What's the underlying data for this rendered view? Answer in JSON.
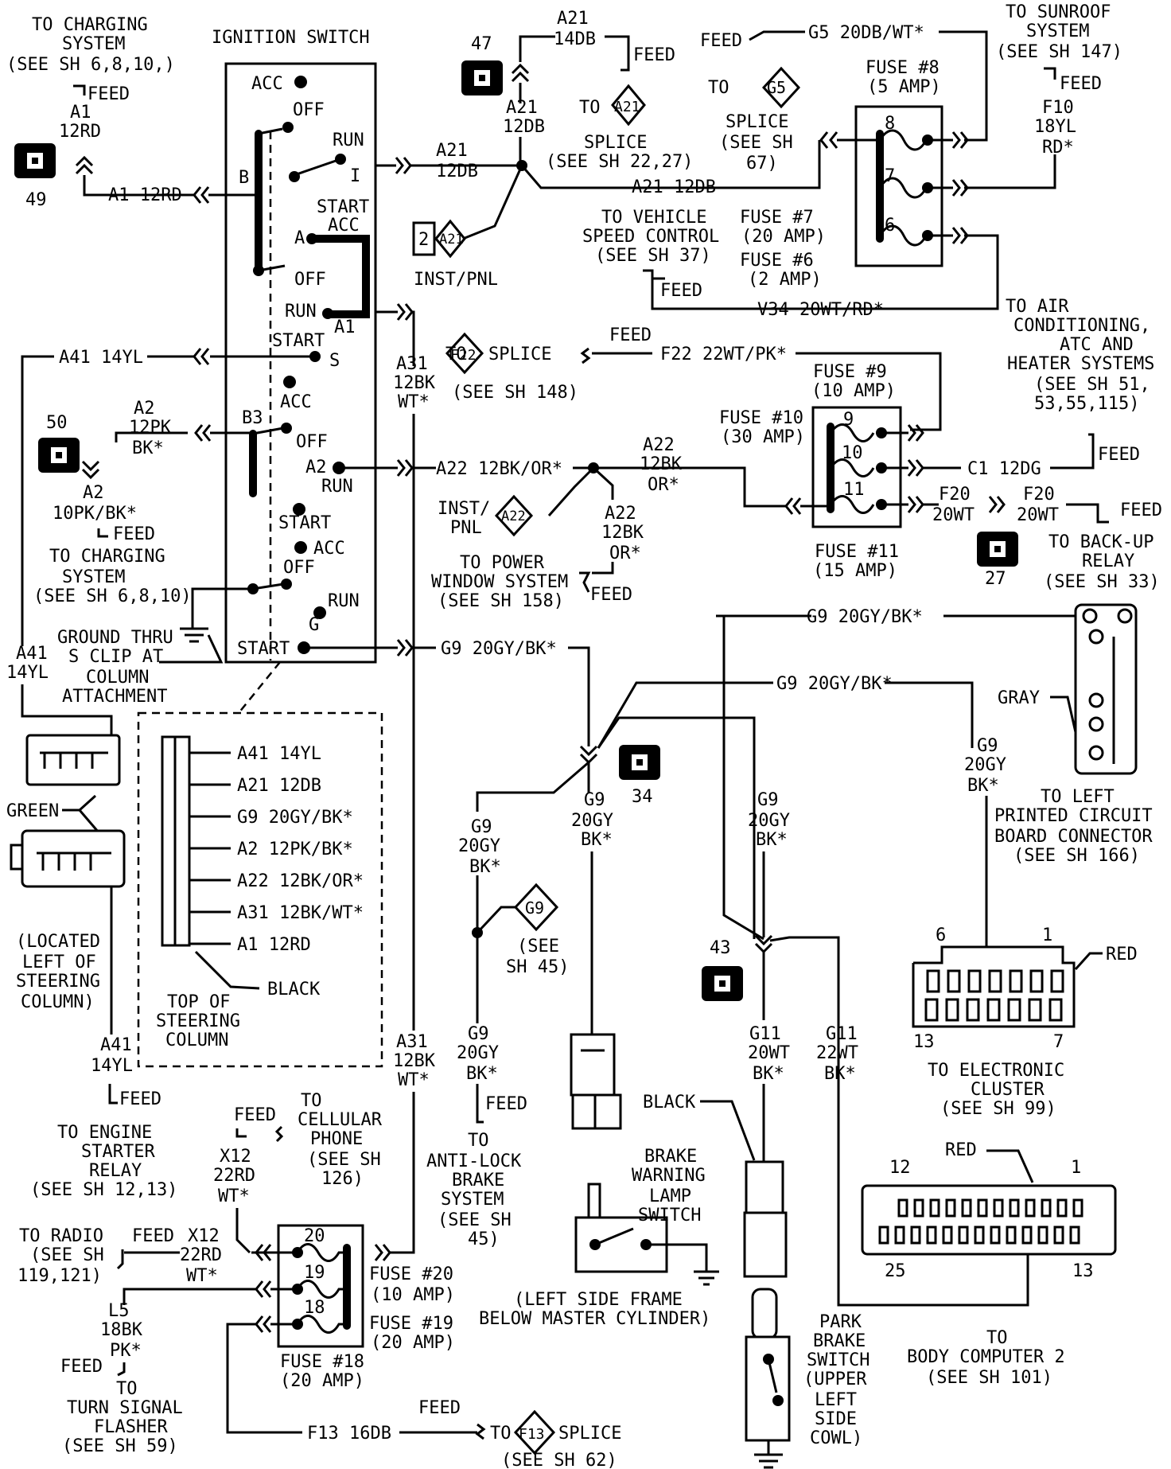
{
  "texts": {
    "charging_top": [
      "TO CHARGING",
      "SYSTEM",
      "(SEE SH 6,8,10,)"
    ],
    "feed": "FEED",
    "a1_12rd": [
      "A1",
      "12RD"
    ],
    "a1_12rd_line": "A1 12RD",
    "conn49": "49",
    "ign_title": "IGNITION SWITCH",
    "ign_acc": "ACC",
    "ign_off": "OFF",
    "ign_run": "RUN",
    "ign_start": "START",
    "ign_start_acc": [
      "START",
      "ACC"
    ],
    "ign_B": "B",
    "ign_I": "I",
    "ign_A": "A",
    "ign_A1": "A1",
    "ign_S": "S",
    "ign_B3": "B3",
    "ign_A2": "A2",
    "ign_G": "G",
    "conn47": "47",
    "a21_14db": [
      "A21",
      "14DB"
    ],
    "a21_12db_v": [
      "A21",
      "12DB"
    ],
    "a21_12db_h": [
      "A21",
      "12DB"
    ],
    "a21_12db_long": "A21 12DB",
    "to_a21": "TO",
    "a21": "A21",
    "splice_22_27": [
      "SPLICE",
      "(SEE SH 22,27)"
    ],
    "inst_pnl": "INST/PNL",
    "splice_2": "2",
    "feed_g5": "FEED",
    "g5_line": "G5 20DB/WT*",
    "to_g5": "TO",
    "g5": "G5",
    "splice_67": [
      "SPLICE",
      "(SEE SH",
      "67)"
    ],
    "fuse8": [
      "FUSE #8",
      "(5 AMP)"
    ],
    "fuse_nums_top": [
      "8",
      "7",
      "6"
    ],
    "sunroof": [
      "TO SUNROOF",
      "SYSTEM",
      "(SEE SH 147)"
    ],
    "f10": [
      "F10",
      "18YL",
      "RD*"
    ],
    "speed_ctrl": [
      "TO VEHICLE",
      "SPEED CONTROL",
      "(SEE SH 37)"
    ],
    "fuse7": [
      "FUSE #7",
      "(20 AMP)"
    ],
    "fuse6": [
      "FUSE #6",
      "(2 AMP)"
    ],
    "v34_line": "V34 20WT/RD*",
    "a41_14yl_line": "A41 14YL",
    "to_f22": "TO",
    "f22": "F22",
    "f22_splice": "SPLICE",
    "f22_sh": "(SEE SH 148)",
    "f22_line": "F22 22WT/PK*",
    "fuse9": [
      "FUSE #9",
      "(10 AMP)"
    ],
    "fuse10": [
      "FUSE #10",
      "(30 AMP)"
    ],
    "fuse_nums_mid": [
      "9",
      "10",
      "11"
    ],
    "fuse11": [
      "FUSE #11",
      "(15 AMP)"
    ],
    "ac_systems": [
      "TO AIR",
      "CONDITIONING,",
      "ATC AND",
      "HEATER SYSTEMS",
      "(SEE SH 51,",
      "53,55,115)"
    ],
    "c1_line": "C1 12DG",
    "f20_a": [
      "F20",
      "20WT"
    ],
    "f20_b": [
      "F20",
      "20WT"
    ],
    "conn27": "27",
    "backup_relay": [
      "TO BACK-UP",
      "RELAY",
      "(SEE SH 33)"
    ],
    "a31_a": [
      "A31",
      "12BK",
      "WT*"
    ],
    "a31_b": [
      "A31",
      "12BK",
      "WT*"
    ],
    "conn50": "50",
    "a2_12pk": [
      "A2",
      "12PK",
      "BK*"
    ],
    "a2_10pk": [
      "A2",
      "10PK/BK*"
    ],
    "charging_mid": [
      "TO CHARGING",
      "SYSTEM",
      "(SEE SH 6,8,10)"
    ],
    "a22_line": "A22 12BK/OR*",
    "a22_right": [
      "A22",
      "12BK",
      "OR*"
    ],
    "a22_down": [
      "A22",
      "12BK",
      "OR*"
    ],
    "inst_pnl2": [
      "INST/",
      "PNL"
    ],
    "a22": "A22",
    "power_window": [
      "TO POWER",
      "WINDOW SYSTEM",
      "(SEE SH 158)"
    ],
    "ground_clip": [
      "GROUND THRU",
      "S CLIP AT",
      "COLUMN",
      "ATTACHMENT"
    ],
    "a41_left": [
      "A41",
      "14YL"
    ],
    "g9_line_start": "G9 20GY/BK*",
    "g9_line_top": "G9 20GY/BK*",
    "g9_line_mid": "G9 20GY/BK*",
    "gray": "GRAY",
    "g9_right": [
      "G9",
      "20GY",
      "BK*"
    ],
    "left_pcb": [
      "TO LEFT",
      "PRINTED CIRCUIT",
      "BOARD CONNECTOR",
      "(SEE SH 166)"
    ],
    "green": "GREEN",
    "col_wires": [
      "A41 14YL",
      "A21 12DB",
      "G9 20GY/BK*",
      "A2 12PK/BK*",
      "A22 12BK/OR*",
      "A31 12BK/WT*",
      "A1 12RD"
    ],
    "black": "BLACK",
    "top_col": [
      "TOP OF",
      "STEERING",
      "COLUMN"
    ],
    "located_left": [
      "(LOCATED",
      "LEFT OF",
      "STEERING",
      "COLUMN)"
    ],
    "conn34": "34",
    "g9_a": [
      "G9",
      "20GY",
      "BK*"
    ],
    "g9_b": [
      "G9",
      "20GY",
      "BK*"
    ],
    "g9_c": [
      "G9",
      "20GY",
      "BK*"
    ],
    "g9_d": [
      "G9",
      "20GY",
      "BK*"
    ],
    "g9": "G9",
    "see_sh45": [
      "(SEE",
      "SH 45)"
    ],
    "abs": [
      "TO",
      "ANTI-LOCK",
      "BRAKE",
      "SYSTEM",
      "(SEE SH",
      "45)"
    ],
    "conn43": "43",
    "g11_a": [
      "G11",
      "20WT",
      "BK*"
    ],
    "g11_b": [
      "G11",
      "22WT",
      "BK*"
    ],
    "cluster_pins": [
      "6",
      "1",
      "13",
      "7"
    ],
    "red": "RED",
    "cluster": [
      "TO ELECTRONIC",
      "CLUSTER",
      "(SEE SH 99)"
    ],
    "a41_lower": [
      "A41",
      "14YL"
    ],
    "starter_relay": [
      "TO ENGINE",
      "STARTER",
      "RELAY",
      "(SEE SH 12,13)"
    ],
    "cell_phone": [
      "TO",
      "CELLULAR",
      "PHONE",
      "(SEE SH",
      "126)"
    ],
    "x12_a": [
      "X12",
      "22RD",
      "WT*"
    ],
    "x12_b": [
      "X12",
      "22RD",
      "WT*"
    ],
    "radio": [
      "TO RADIO",
      "(SEE SH",
      "119,121)"
    ],
    "l5": [
      "L5",
      "18BK",
      "PK*"
    ],
    "turn_signal": [
      "TO",
      "TURN SIGNAL",
      "FLASHER",
      "(SEE SH 59)"
    ],
    "fuse_nums_low": [
      "20",
      "19",
      "18"
    ],
    "fuse20": [
      "FUSE #20",
      "(10 AMP)"
    ],
    "fuse19": [
      "FUSE #19",
      "(20 AMP)"
    ],
    "fuse18": [
      "FUSE #18",
      "(20 AMP)"
    ],
    "f13_line": "F13 16DB",
    "to_f13": "TO",
    "f13": "F13",
    "f13_splice": "SPLICE",
    "f13_sh": "(SEE SH 62)",
    "brake_warn": [
      "BRAKE",
      "WARNING",
      "LAMP",
      "SWITCH"
    ],
    "frame_loc": [
      "(LEFT SIDE FRAME",
      "BELOW MASTER CYLINDER)"
    ],
    "park_brake": [
      "PARK",
      "BRAKE",
      "SWITCH",
      "(UPPER",
      "LEFT",
      "SIDE",
      "COWL)"
    ],
    "body_pins": [
      "12",
      "1",
      "25",
      "13"
    ],
    "body_comp": [
      "TO",
      "BODY COMPUTER 2",
      "(SEE SH 101)"
    ]
  }
}
